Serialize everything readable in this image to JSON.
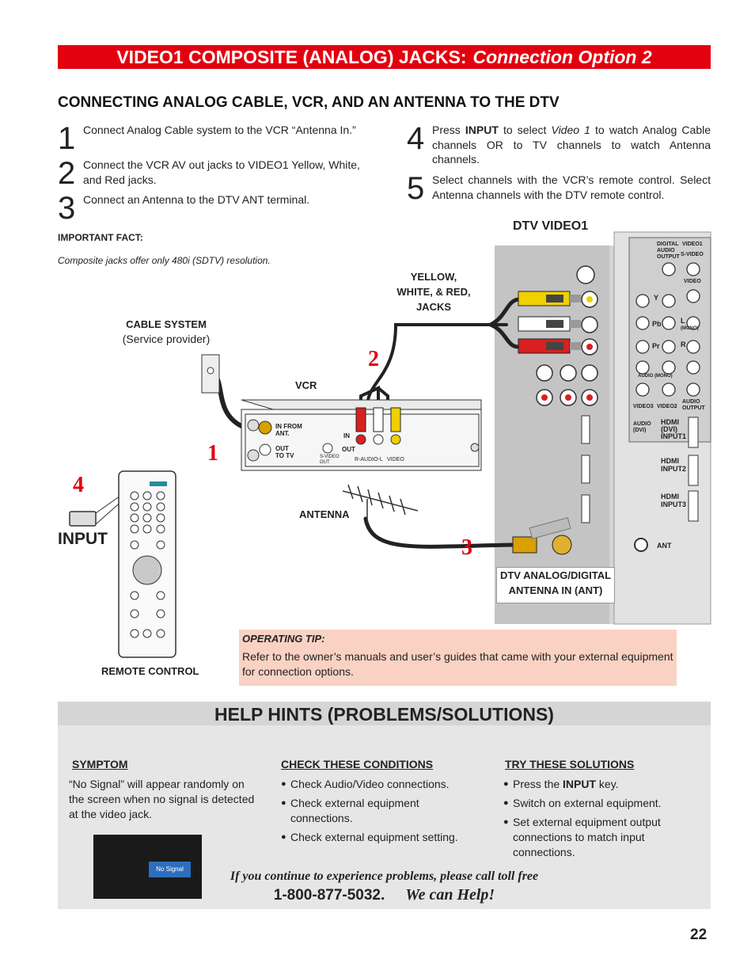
{
  "header": {
    "title_main": "VIDEO1 COMPOSITE (ANALOG) JACKS:",
    "title_option": "Connection Option 2",
    "subheading": "CONNECTING ANALOG CABLE, VCR, AND AN ANTENNA TO THE DTV"
  },
  "steps": [
    {
      "num": "1",
      "text": "Connect Analog Cable system to the VCR “Antenna In.”"
    },
    {
      "num": "2",
      "text": "Connect the VCR AV out jacks to VIDEO1 Yellow, White, and Red jacks."
    },
    {
      "num": "3",
      "text": "Connect an Antenna to the DTV ANT terminal."
    },
    {
      "num": "4",
      "text_a": "Press ",
      "text_bold": "INPUT",
      "text_b": " to select ",
      "text_italic": "Video 1",
      "text_c": " to watch Analog Cable channels OR to TV channels to watch Antenna channels."
    },
    {
      "num": "5",
      "text": "Select channels with the VCR’s remote control. Select Antenna channels with the DTV remote control."
    }
  ],
  "important_fact": {
    "heading": "IMPORTANT FACT:",
    "text": "Composite jacks offer only 480i (SDTV) resolution."
  },
  "diagram": {
    "dtv_video1": "DTV VIDEO1",
    "jacks_label": [
      "YELLOW,",
      "WHITE, & RED,",
      "JACKS"
    ],
    "cable_system": "CABLE SYSTEM",
    "service_provider": "(Service provider)",
    "vcr": "VCR",
    "antenna": "ANTENNA",
    "dtv_ant": [
      "DTV ANALOG/DIGITAL",
      "ANTENNA IN (ANT)"
    ],
    "input": "INPUT",
    "remote_control": "REMOTE CONTROL",
    "markers": [
      "1",
      "2",
      "3",
      "4"
    ],
    "vcr_jacks": {
      "in_from_ant": "IN FROM ANT.",
      "out_to_tv": "OUT TO TV",
      "in": "IN",
      "out": "OUT",
      "svideo": "S-VIDEO OUT",
      "audio": "R-AUDIO-L",
      "video": "VIDEO"
    },
    "panel": {
      "digital_audio": "DIGITAL AUDIO OUTPUT",
      "video1": "VIDEO1",
      "svideo": "S-VIDEO",
      "video": "VIDEO",
      "y": "Y",
      "pb": "Pb",
      "pr": "Pr",
      "l": "L",
      "r": "R",
      "mono": "(MONO)",
      "audio_mono": "AUDIO (MONO)",
      "video3": "VIDEO3",
      "video2": "VIDEO2",
      "audio_output": "AUDIO OUTPUT",
      "audio_dvi": "AUDIO (DVI)",
      "hdmi1": "HDMI (DVI) INPUT1",
      "hdmi2": "HDMI INPUT2",
      "hdmi3": "HDMI INPUT3",
      "ant": "ANT"
    }
  },
  "tip": {
    "heading": "OPERATING TIP:",
    "text": "Refer to the owner’s manuals and user’s guides that came with your external equipment for connection options."
  },
  "help": {
    "title": "HELP HINTS (PROBLEMS/SOLUTIONS)",
    "symptom_h": "SYMPTOM",
    "symptom_t": "“No Signal” will appear randomly on the screen when no signal is detected at the video jack.",
    "no_signal": "No Signal",
    "check_h": "CHECK THESE CONDITIONS",
    "check": [
      "Check Audio/Video connections.",
      "Check external equipment connections.",
      "Check external equipment setting."
    ],
    "try_h": "TRY THESE SOLUTIONS",
    "try_1a": "Press the ",
    "try_1b": "INPUT",
    "try_1c": " key.",
    "try": [
      "Switch on external equipment.",
      "Set external equipment output connections to match input connections."
    ],
    "call_1": "If you continue to experience problems, please call toll free",
    "call_phone": "1-800-877-5032.",
    "call_help": "We can Help!"
  },
  "page_number": "22"
}
